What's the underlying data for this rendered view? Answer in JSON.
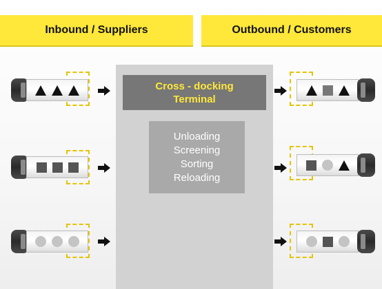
{
  "headers": {
    "inbound": "Inbound / Suppliers",
    "outbound": "Outbound / Customers"
  },
  "terminal": {
    "title_line1": "Cross - docking",
    "title_line2": "Terminal",
    "operations": [
      "Unloading",
      "Screening",
      "Sorting",
      "Reloading"
    ]
  },
  "colors": {
    "header_yellow": "#ffe83a",
    "terminal_title_text": "#ffe83a",
    "terminal_bg": "#d2d2d2",
    "title_box": "#777777",
    "ops_box": "#a9a9a9",
    "dock_dash": "#e6c300"
  },
  "icons": [
    "truck-icon",
    "arrow-right-icon",
    "triangle-icon",
    "square-icon",
    "circle-icon"
  ],
  "inbound_trucks": [
    {
      "cargo": [
        "triangle",
        "triangle",
        "triangle"
      ]
    },
    {
      "cargo": [
        "square",
        "square",
        "square"
      ]
    },
    {
      "cargo": [
        "circle",
        "circle",
        "circle"
      ]
    }
  ],
  "outbound_trucks": [
    {
      "cargo": [
        "triangle",
        "square",
        "triangle"
      ]
    },
    {
      "cargo": [
        "square",
        "circle",
        "triangle"
      ]
    },
    {
      "cargo": [
        "circle",
        "square",
        "circle"
      ]
    }
  ]
}
